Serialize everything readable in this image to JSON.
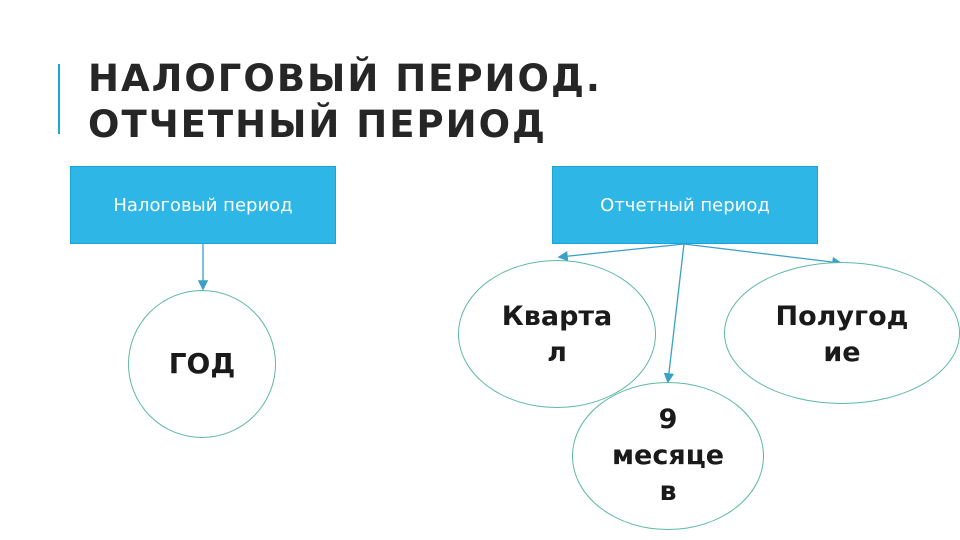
{
  "slide": {
    "title_line1": "НАЛОГОВЫЙ ПЕРИОД.",
    "title_line2": "ОТЧЕТНЫЙ ПЕРИОД"
  },
  "diagram": {
    "nodes": [
      {
        "id": "tax_period",
        "label": "Налоговый период"
      },
      {
        "id": "reporting_period",
        "label": "Отчетный период"
      },
      {
        "id": "year",
        "label": "ГОД"
      },
      {
        "id": "quarter",
        "label": "Кварта\nл"
      },
      {
        "id": "nine_months",
        "label": "9\nмесяце\nв"
      },
      {
        "id": "half_year",
        "label": "Полугод\nие"
      }
    ],
    "edges": [
      {
        "from": "tax_period",
        "to": "year"
      },
      {
        "from": "reporting_period",
        "to": "quarter"
      },
      {
        "from": "reporting_period",
        "to": "nine_months"
      },
      {
        "from": "reporting_period",
        "to": "half_year"
      }
    ],
    "colors": {
      "box_fill": "#2eb6e6",
      "box_text": "#ffffff",
      "ellipse_stroke": "#5fb8a5",
      "arrow": "#3aa0c8",
      "accent_bar": "#1ba8d8"
    }
  }
}
